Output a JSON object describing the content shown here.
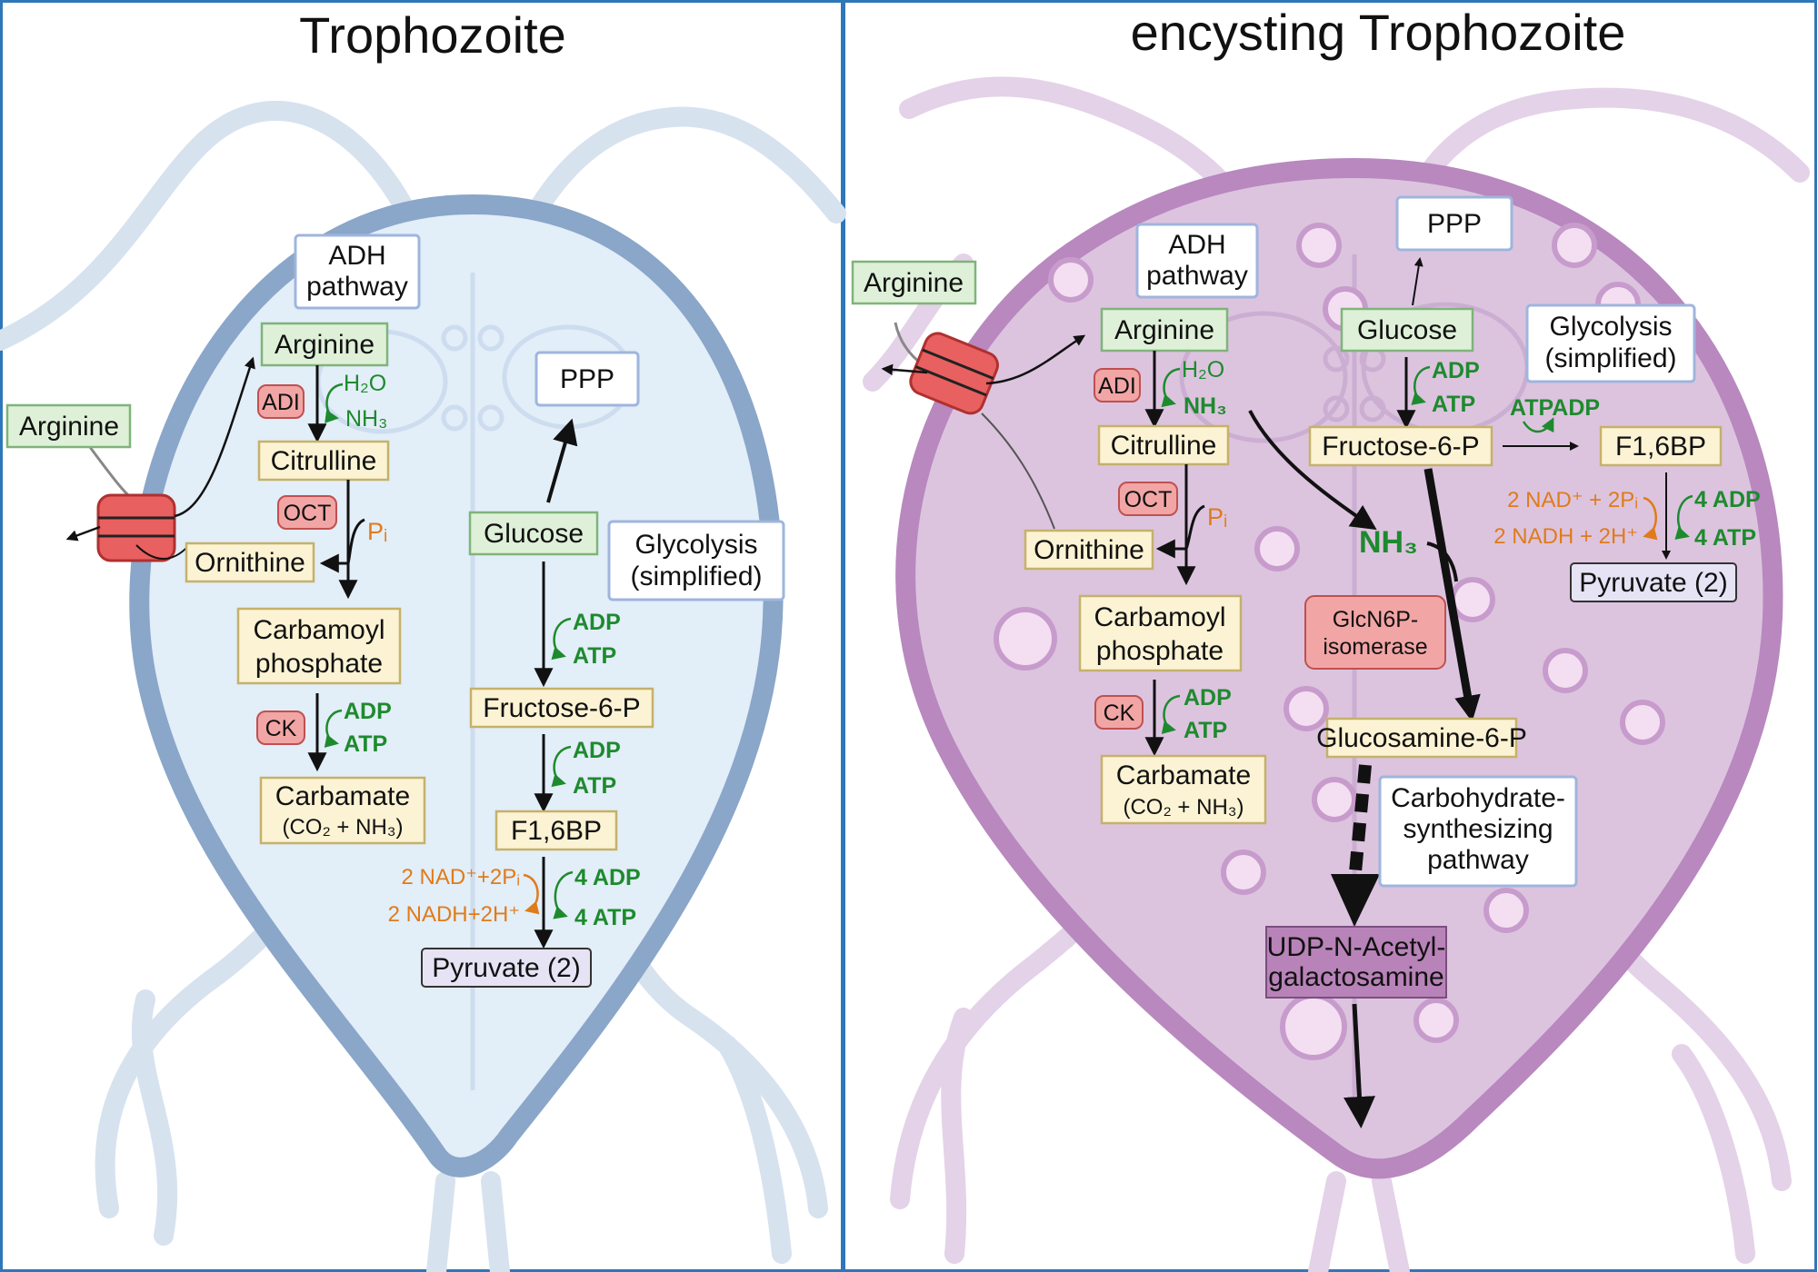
{
  "left": {
    "title": "Trophozoite",
    "adh": [
      "ADH",
      "pathway"
    ],
    "arginine_in": "Arginine",
    "arginine_out": "Arginine",
    "adi": "ADI",
    "h2o": "H₂O",
    "nh3": "NH₃",
    "citrulline": "Citrulline",
    "oct": "OCT",
    "pi": "Pᵢ",
    "ornithine": "Ornithine",
    "carbamoyl": [
      "Carbamoyl",
      "phosphate"
    ],
    "ck": "CK",
    "adp": "ADP",
    "atp": "ATP",
    "carbamate": "Carbamate",
    "carbamate_sub": "(CO₂ + NH₃)",
    "ppp": "PPP",
    "glucose": "Glucose",
    "glycolysis": [
      "Glycolysis",
      "(simplified)"
    ],
    "f6p": "Fructose-6-P",
    "f16bp": "F1,6BP",
    "nad": "2 NAD⁺+2Pᵢ",
    "nadh": "2 NADH+2H⁺",
    "adp4": "4 ADP",
    "atp4": "4 ATP",
    "pyruvate": "Pyruvate (2)"
  },
  "right": {
    "title": "encysting Trophozoite",
    "adh": [
      "ADH",
      "pathway"
    ],
    "arginine_out": "Arginine",
    "arginine_in": "Arginine",
    "adi": "ADI",
    "h2o": "H₂O",
    "nh3": "NH₃",
    "citrulline": "Citrulline",
    "oct": "OCT",
    "pi": "Pᵢ",
    "ornithine": "Ornithine",
    "carbamoyl": [
      "Carbamoyl",
      "phosphate"
    ],
    "ck": "CK",
    "adp": "ADP",
    "atp": "ATP",
    "carbamate": "Carbamate",
    "carbamate_sub": "(CO₂ + NH₃)",
    "ppp": "PPP",
    "glucose": "Glucose",
    "glycolysis": [
      "Glycolysis",
      "(simplified)"
    ],
    "f6p": "Fructose-6-P",
    "atp_adp": "ATPADP",
    "f16bp": "F1,6BP",
    "nad": "2 NAD⁺ + 2Pᵢ",
    "nadh": "2 NADH + 2H⁺",
    "adp4": "4 ADP",
    "atp4": "4 ATP",
    "pyruvate": "Pyruvate (2)",
    "nh3_big": "NH₃",
    "isomerase": [
      "GlcN6P-",
      "isomerase"
    ],
    "glucosamine": "Glucosamine-6-P",
    "carb_path": [
      "Carbohydrate-",
      "synthesizing",
      "pathway"
    ],
    "udp": [
      "UDP-N-Acetyl-",
      "galactosamine"
    ]
  },
  "colors": {
    "left_cell": "#e2eef8",
    "left_border": "#8aa6c9",
    "right_cell": "#dcc4df",
    "right_border": "#b888bf",
    "green_box": "#dff0d8",
    "yellow_box": "#fbf3d3",
    "red_box": "#f2a5a5",
    "purple_box": "#b883b8",
    "lavender_box": "#e6e3f5",
    "green_text": "#1e8a2e",
    "orange_text": "#e07b1a"
  }
}
